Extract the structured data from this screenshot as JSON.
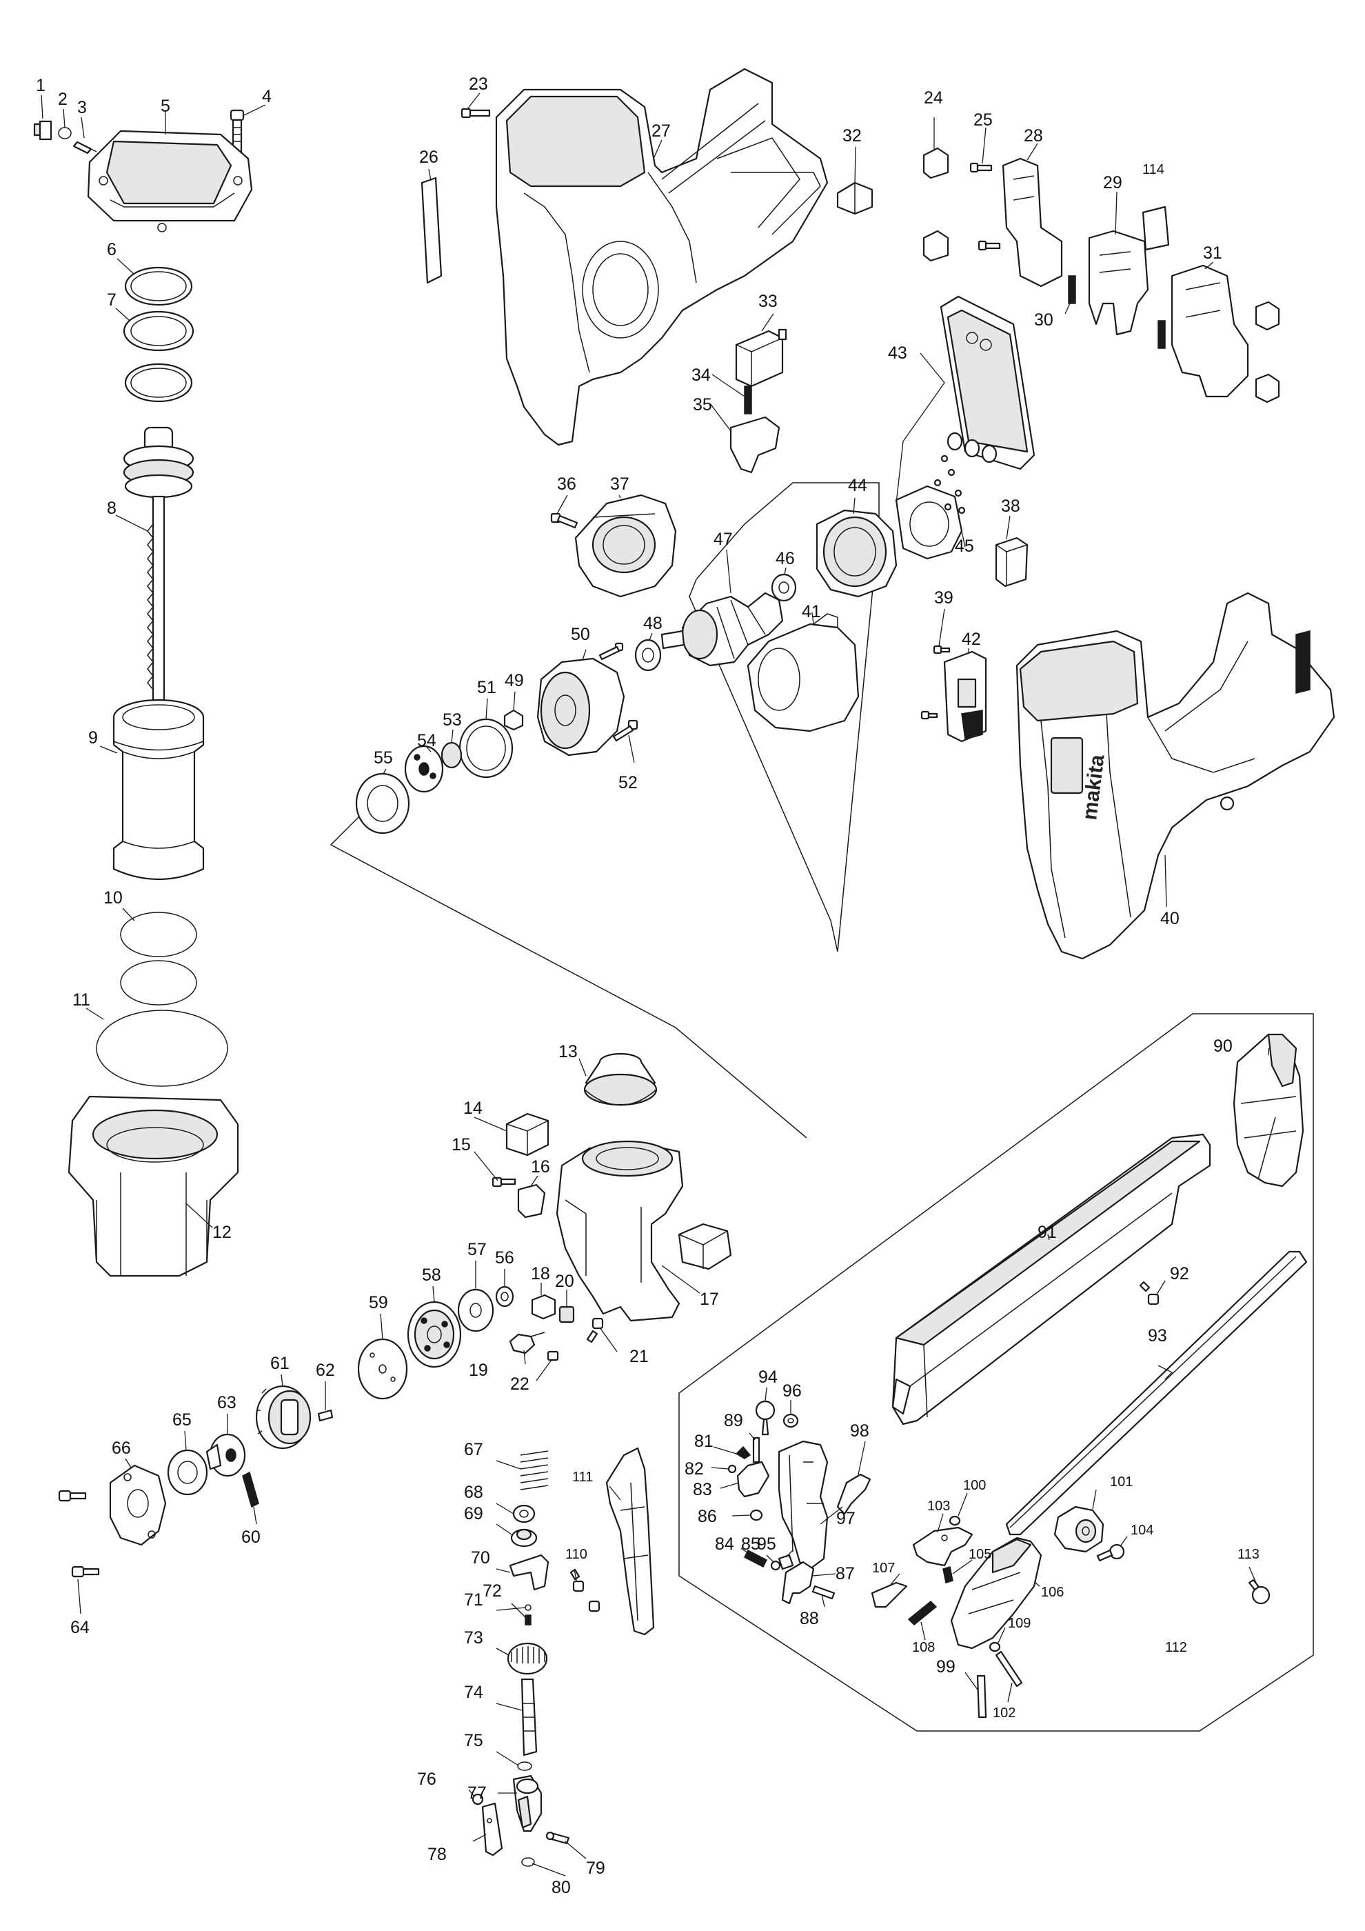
{
  "labels": {
    "p1": "1",
    "p2": "2",
    "p3": "3",
    "p4": "4",
    "p5": "5",
    "p6": "6",
    "p7": "7",
    "p8": "8",
    "p9": "9",
    "p10": "10",
    "p11": "11",
    "p12": "12",
    "p13": "13",
    "p14": "14",
    "p15": "15",
    "p16": "16",
    "p17": "17",
    "p18": "18",
    "p19": "19",
    "p20": "20",
    "p21": "21",
    "p22": "22",
    "p23": "23",
    "p24": "24",
    "p25": "25",
    "p26": "26",
    "p27": "27",
    "p28": "28",
    "p29": "29",
    "p30": "30",
    "p31": "31",
    "p32": "32",
    "p33": "33",
    "p34": "34",
    "p35": "35",
    "p36": "36",
    "p37": "37",
    "p38": "38",
    "p39": "39",
    "p40": "40",
    "p41": "41",
    "p42": "42",
    "p43": "43",
    "p44": "44",
    "p45": "45",
    "p46": "46",
    "p47": "47",
    "p48": "48",
    "p49": "49",
    "p50": "50",
    "p51": "51",
    "p52": "52",
    "p53": "53",
    "p54": "54",
    "p55": "55",
    "p56": "56",
    "p57": "57",
    "p58": "58",
    "p59": "59",
    "p60": "60",
    "p61": "61",
    "p62": "62",
    "p63": "63",
    "p64": "64",
    "p65": "65",
    "p66": "66",
    "p67": "67",
    "p68": "68",
    "p69": "69",
    "p70": "70",
    "p71": "71",
    "p72": "72",
    "p73": "73",
    "p74": "74",
    "p75": "75",
    "p76": "76",
    "p77": "77",
    "p78": "78",
    "p79": "79",
    "p80": "80",
    "p81": "81",
    "p82": "82",
    "p83": "83",
    "p84": "84",
    "p85": "85",
    "p86": "86",
    "p87": "87",
    "p88": "88",
    "p89": "89",
    "p90": "90",
    "p91": "91",
    "p92": "92",
    "p93": "93",
    "p94": "94",
    "p95": "95",
    "p96": "96",
    "p97": "97",
    "p98": "98",
    "p99": "99",
    "p100": "100",
    "p101": "101",
    "p102": "102",
    "p103": "103",
    "p104": "104",
    "p105": "105",
    "p106": "106",
    "p107": "107",
    "p108": "108",
    "p109": "109",
    "p110": "110",
    "p111": "111",
    "p112": "112",
    "p113": "113",
    "p114": "114"
  },
  "brand_text": "makita"
}
